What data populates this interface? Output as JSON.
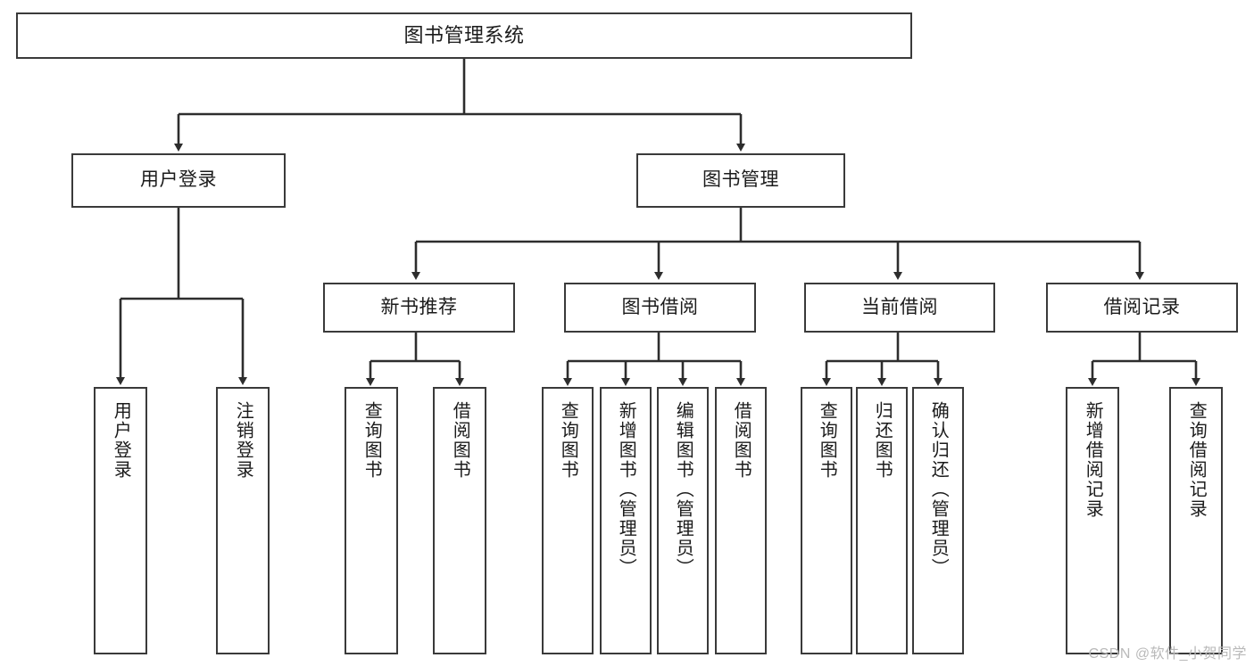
{
  "diagram": {
    "title": "图书管理系统",
    "type": "tree",
    "watermark": "CSDN @软件_小贺同学",
    "colors": {
      "stroke": "#3a3a3a",
      "fill": "#ffffff",
      "text": "#1b1b1b",
      "watermark": "#b9b9b9"
    },
    "root": {
      "label": "图书管理系统"
    },
    "level1": [
      {
        "label": "用户登录"
      },
      {
        "label": "图书管理"
      }
    ],
    "level2": [
      {
        "label": "新书推荐"
      },
      {
        "label": "图书借阅"
      },
      {
        "label": "当前借阅"
      },
      {
        "label": "借阅记录"
      }
    ],
    "leaves": {
      "user_login": [
        {
          "label": "用户登录"
        },
        {
          "label": "注销登录"
        }
      ],
      "new_book": [
        {
          "label": "查询图书"
        },
        {
          "label": "借阅图书"
        }
      ],
      "borrow_book": [
        {
          "label": "查询图书"
        },
        {
          "label": "新增图书（管理员）"
        },
        {
          "label": "编辑图书（管理员）"
        },
        {
          "label": "借阅图书"
        }
      ],
      "current_borrow": [
        {
          "label": "查询图书"
        },
        {
          "label": "归还图书"
        },
        {
          "label": "确认归还（管理员）"
        }
      ],
      "borrow_record": [
        {
          "label": "新增借阅记录"
        },
        {
          "label": "查询借阅记录"
        }
      ]
    }
  }
}
